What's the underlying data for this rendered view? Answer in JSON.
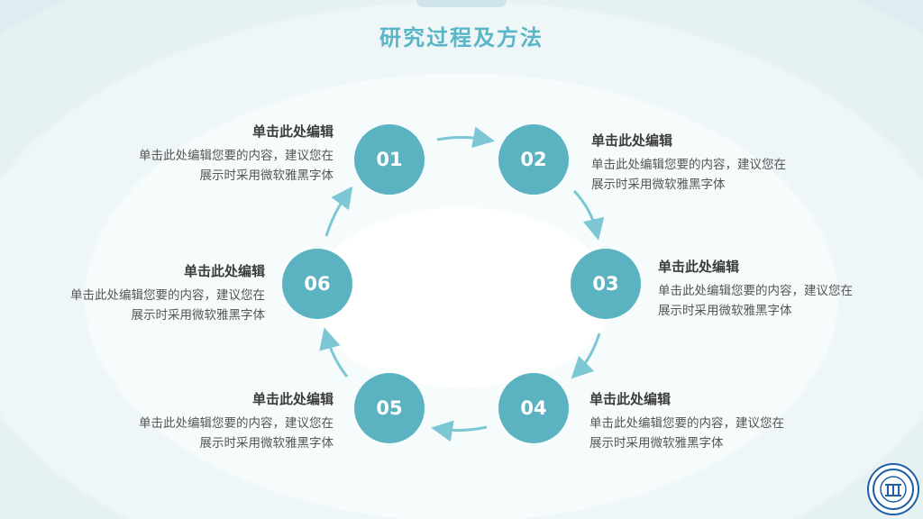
{
  "title": "研究过程及方法",
  "steps": [
    {
      "num": "01",
      "heading": "单击此处编辑",
      "line1": "单击此处编辑您要的内容，建议您在",
      "line2": "展示时采用微软雅黑字体"
    },
    {
      "num": "02",
      "heading": "单击此处编辑",
      "line1": "单击此处编辑您要的内容，建议您在",
      "line2": "展示时采用微软雅黑字体"
    },
    {
      "num": "03",
      "heading": "单击此处编辑",
      "line1": "单击此处编辑您要的内容，建议您在",
      "line2": "展示时采用微软雅黑字体"
    },
    {
      "num": "04",
      "heading": "单击此处编辑",
      "line1": "单击此处编辑您要的内容，建议您在",
      "line2": "展示时采用微软雅黑字体"
    },
    {
      "num": "05",
      "heading": "单击此处编辑",
      "line1": "单击此处编辑您要的内容，建议您在",
      "line2": "展示时采用微软雅黑字体"
    },
    {
      "num": "06",
      "heading": "单击此处编辑",
      "line1": "单击此处编辑您要的内容，建议您在",
      "line2": "展示时采用微软雅黑字体"
    }
  ],
  "colors": {
    "accent": "#5bb3c1",
    "title": "#5ab6c6",
    "arrow": "#7cc7d3",
    "logo": "#1f5fa8"
  },
  "icons": {
    "logo": "university-seal-icon"
  }
}
